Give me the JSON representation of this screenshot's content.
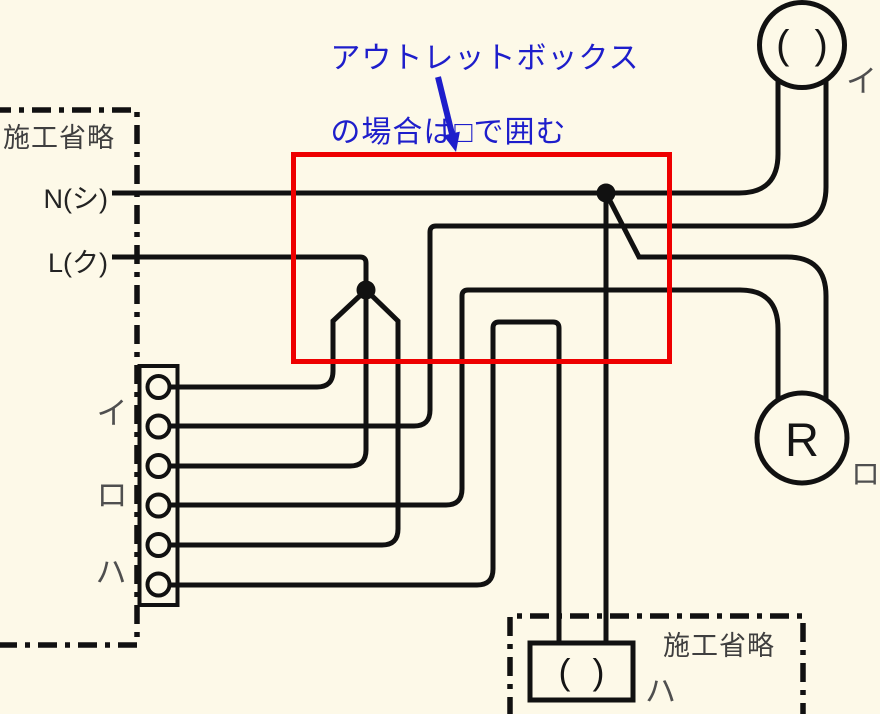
{
  "colors": {
    "background": "#fdf9e8",
    "wire_black": "#111111",
    "outlet_box_highlight_red": "#ee0000",
    "annotation_blue": "#1e1ecb",
    "device_label_gray": "#4f4f4f"
  },
  "annotation": {
    "line1": "アウトレットボックス",
    "line2": "の場合は□で囲む"
  },
  "top_left_region": {
    "label": "施工省略",
    "neutral_label": "N(シ)",
    "live_label": "L(ク)"
  },
  "switch_block": {
    "labels": [
      {
        "label": "イ"
      },
      {
        "label": "ロ"
      },
      {
        "label": "ハ"
      }
    ]
  },
  "lamp_i": {
    "symbol": "( )",
    "label": "イ"
  },
  "lamp_r": {
    "symbol": "R",
    "label": "ロ"
  },
  "bottom_region": {
    "label": "施工省略",
    "lamp_symbol": "( )",
    "lamp_label": "ハ"
  }
}
